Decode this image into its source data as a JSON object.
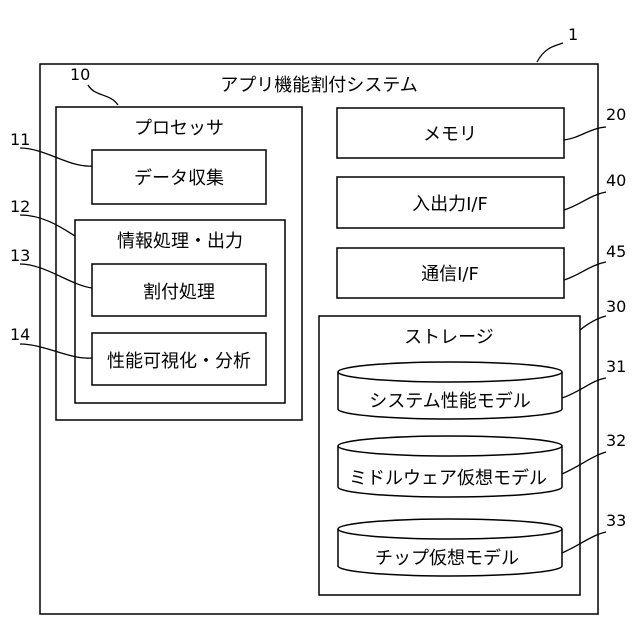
{
  "system": {
    "ref": "1",
    "title": "アプリ機能割付システム"
  },
  "processor": {
    "ref": "10",
    "title": "プロセッサ"
  },
  "data_collection": {
    "ref": "11",
    "label": "データ収集"
  },
  "info_processing": {
    "ref": "12",
    "title": "情報処理・出力"
  },
  "allocation": {
    "ref": "13",
    "label": "割付処理"
  },
  "visualization": {
    "ref": "14",
    "label": "性能可視化・分析"
  },
  "memory": {
    "ref": "20",
    "label": "メモリ"
  },
  "io_if": {
    "ref": "40",
    "label": "入出力I/F"
  },
  "comm_if": {
    "ref": "45",
    "label": "通信I/F"
  },
  "storage": {
    "ref": "30",
    "title": "ストレージ"
  },
  "db_system_model": {
    "ref": "31",
    "label": "システム性能モデル"
  },
  "db_middleware_model": {
    "ref": "32",
    "label": "ミドルウェア仮想モデル"
  },
  "db_chip_model": {
    "ref": "33",
    "label": "チップ仮想モデル"
  }
}
